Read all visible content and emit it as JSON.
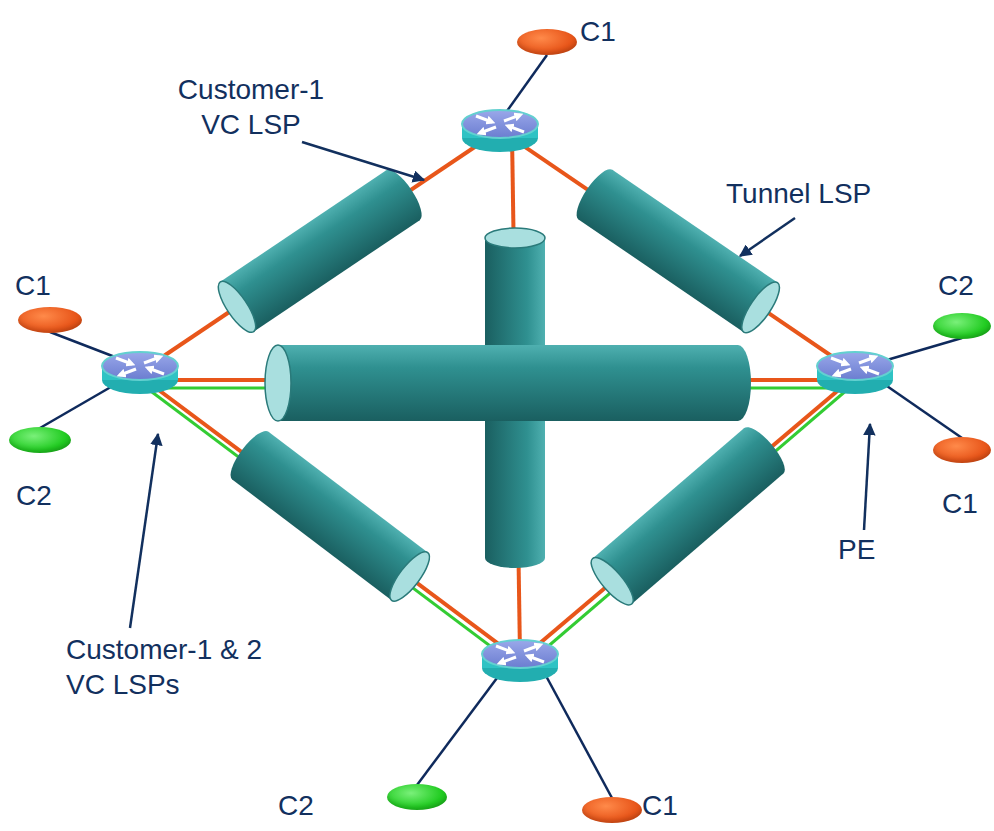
{
  "diagram": {
    "nodes": [
      {
        "text": [
          "C1"
        ]
      },
      {
        "text": [
          "C1"
        ]
      },
      {
        "text": [
          "C2"
        ]
      },
      {
        "text": [
          "C2"
        ]
      },
      {
        "text": [
          "C1"
        ]
      },
      {
        "text": [
          "C2"
        ]
      },
      {
        "text": [
          "C1"
        ]
      }
    ],
    "labels": [
      "Customer-1 VC LSP",
      "Tunnel LSP",
      "PE",
      "Customer-1 & 2 VC LSPs"
    ]
  }
}
